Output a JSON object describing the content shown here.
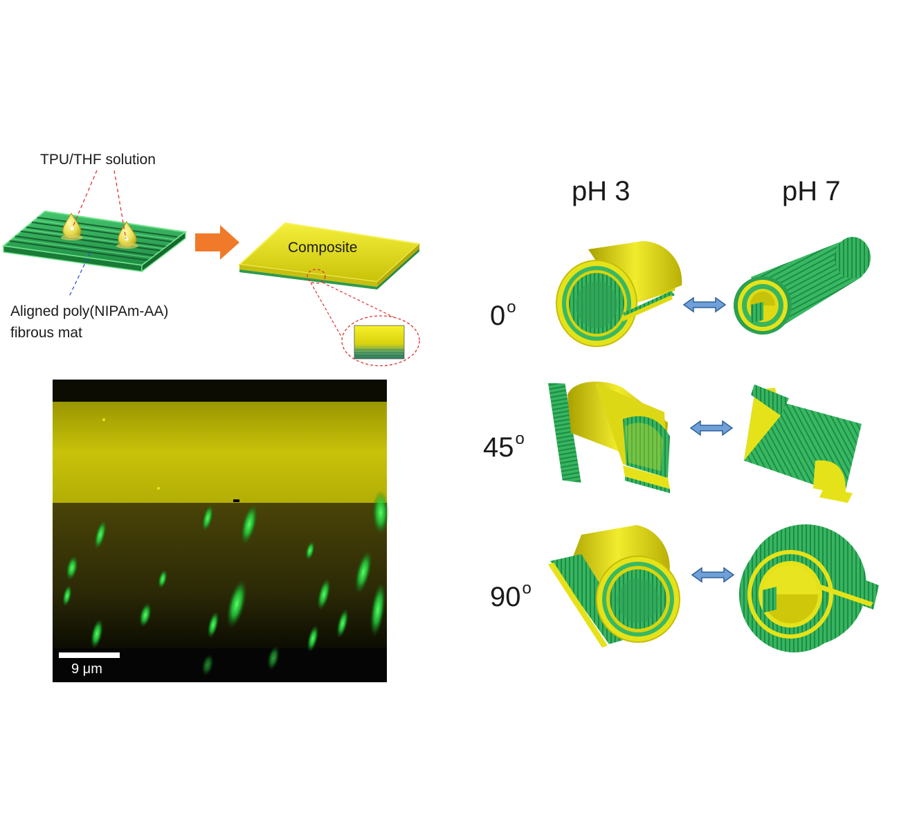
{
  "schematic": {
    "solution_label": "TPU/THF solution",
    "mat_label_line1": "Aligned poly(NIPAm-AA)",
    "mat_label_line2": "fibrous mat",
    "composite_label": "Composite"
  },
  "micrograph": {
    "scale_label": "9 μm"
  },
  "tubes": {
    "columns": [
      "pH 3",
      "pH 7"
    ],
    "rows": [
      {
        "angle": "0",
        "unit": "o"
      },
      {
        "angle": "45",
        "unit": "o"
      },
      {
        "angle": "90",
        "unit": "o"
      }
    ]
  },
  "colors": {
    "yellow_layer": "#e6e21a",
    "green_fibers": "#2db35a",
    "arrow_orange": "#f07a2a",
    "arrow_blue": "#6fa0d8"
  }
}
